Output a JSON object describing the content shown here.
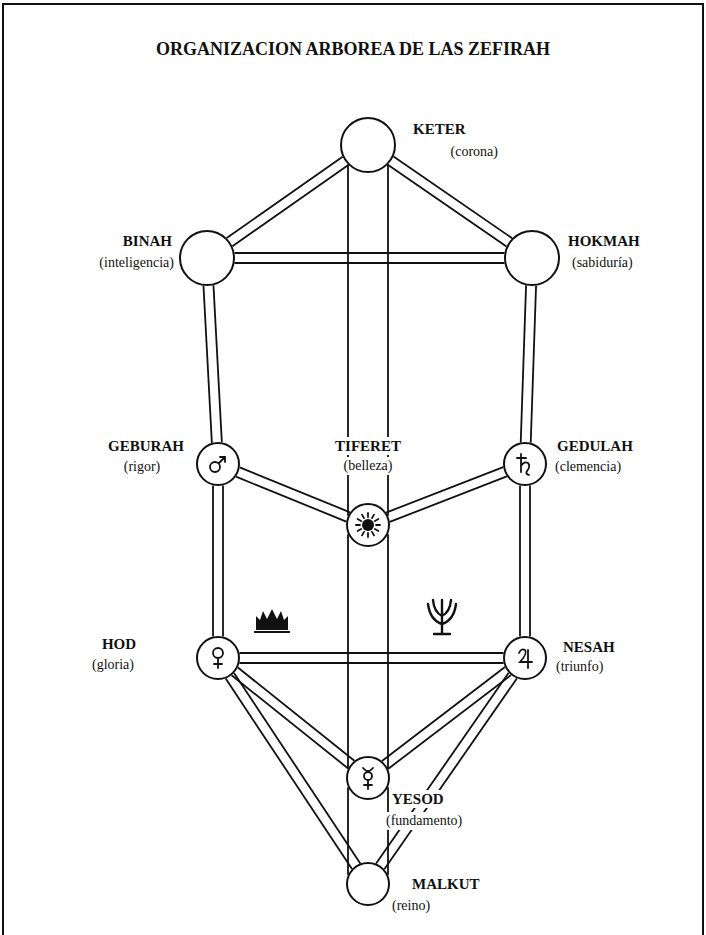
{
  "diagram": {
    "title": "ORGANIZACION ARBOREA DE LAS ZEFIRAH",
    "nodes": [
      {
        "text": [
          "KETER",
          "(corona)"
        ]
      },
      {
        "text": [
          "BINAH",
          "(inteligencia)"
        ]
      },
      {
        "text": [
          "HOKMAH",
          "(sabiduría)"
        ]
      },
      {
        "text": [
          "GEBURAH",
          "(rigor)"
        ]
      },
      {
        "text": [
          "TIFERET",
          "(belleza)"
        ]
      },
      {
        "text": [
          "GEDULAH",
          "(clemencia)"
        ]
      },
      {
        "text": [
          "HOD",
          "(gloria)"
        ]
      },
      {
        "text": [
          "NESAH",
          "(triunfo)"
        ]
      },
      {
        "text": [
          "YESOD",
          "(fundamento)"
        ]
      },
      {
        "text": [
          "MALKUT",
          "(reino)"
        ]
      }
    ],
    "edges": [
      {
        "from": 0,
        "to": 1,
        "arrow": "none"
      },
      {
        "from": 0,
        "to": 2,
        "arrow": "none"
      },
      {
        "from": 1,
        "to": 2,
        "arrow": "none"
      },
      {
        "from": 0,
        "to": 4,
        "arrow": "none"
      },
      {
        "from": 1,
        "to": 3,
        "arrow": "none"
      },
      {
        "from": 2,
        "to": 5,
        "arrow": "none"
      },
      {
        "from": 3,
        "to": 4,
        "arrow": "none"
      },
      {
        "from": 5,
        "to": 4,
        "arrow": "none"
      },
      {
        "from": 3,
        "to": 6,
        "arrow": "none"
      },
      {
        "from": 5,
        "to": 7,
        "arrow": "none"
      },
      {
        "from": 4,
        "to": 8,
        "arrow": "none"
      },
      {
        "from": 6,
        "to": 7,
        "arrow": "none"
      },
      {
        "from": 6,
        "to": 8,
        "arrow": "none"
      },
      {
        "from": 7,
        "to": 8,
        "arrow": "none"
      },
      {
        "from": 6,
        "to": 9,
        "arrow": "none"
      },
      {
        "from": 7,
        "to": 9,
        "arrow": "none"
      },
      {
        "from": 8,
        "to": 9,
        "arrow": "none"
      }
    ]
  }
}
